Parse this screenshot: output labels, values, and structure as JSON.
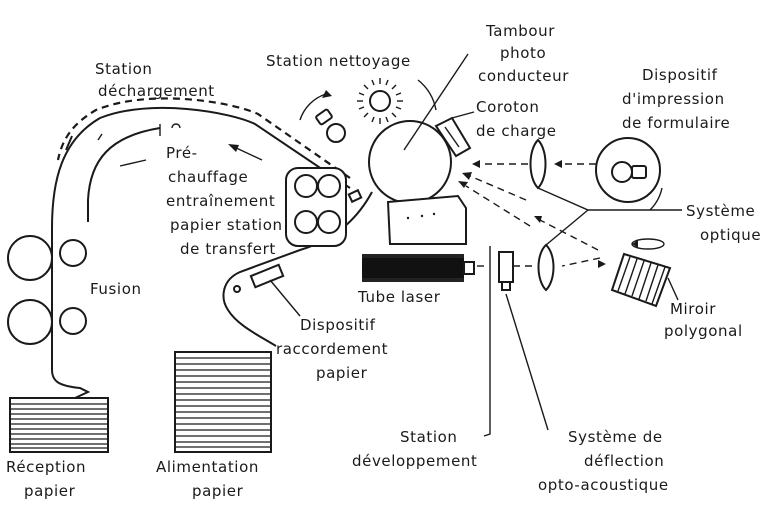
{
  "labels": {
    "station_dechargement": [
      "Station",
      "déchargement"
    ],
    "station_nettoyage": "Station nettoyage",
    "tambour": [
      "Tambour",
      "photo",
      "conducteur"
    ],
    "coroton": [
      "Coroton",
      "de charge"
    ],
    "dispositif_impression": [
      "Dispositif",
      "d'impression",
      "de formulaire"
    ],
    "prechauffage": [
      "Pré-",
      "chauffage"
    ],
    "entrainement": [
      "entraînement",
      "papier station",
      "de transfert"
    ],
    "systeme_optique": [
      "Système",
      "optique"
    ],
    "fusion": "Fusion",
    "tube_laser": "Tube laser",
    "miroir": [
      "Miroir",
      "polygonal"
    ],
    "dispositif_raccordement": [
      "Dispositif",
      "raccordement",
      "papier"
    ],
    "station_developpement": [
      "Station",
      "développement"
    ],
    "systeme_deflection": [
      "Système de",
      "déflection",
      "opto-acoustique"
    ],
    "reception": [
      "Réception",
      "papier"
    ],
    "alimentation": [
      "Alimentation",
      "papier"
    ]
  }
}
